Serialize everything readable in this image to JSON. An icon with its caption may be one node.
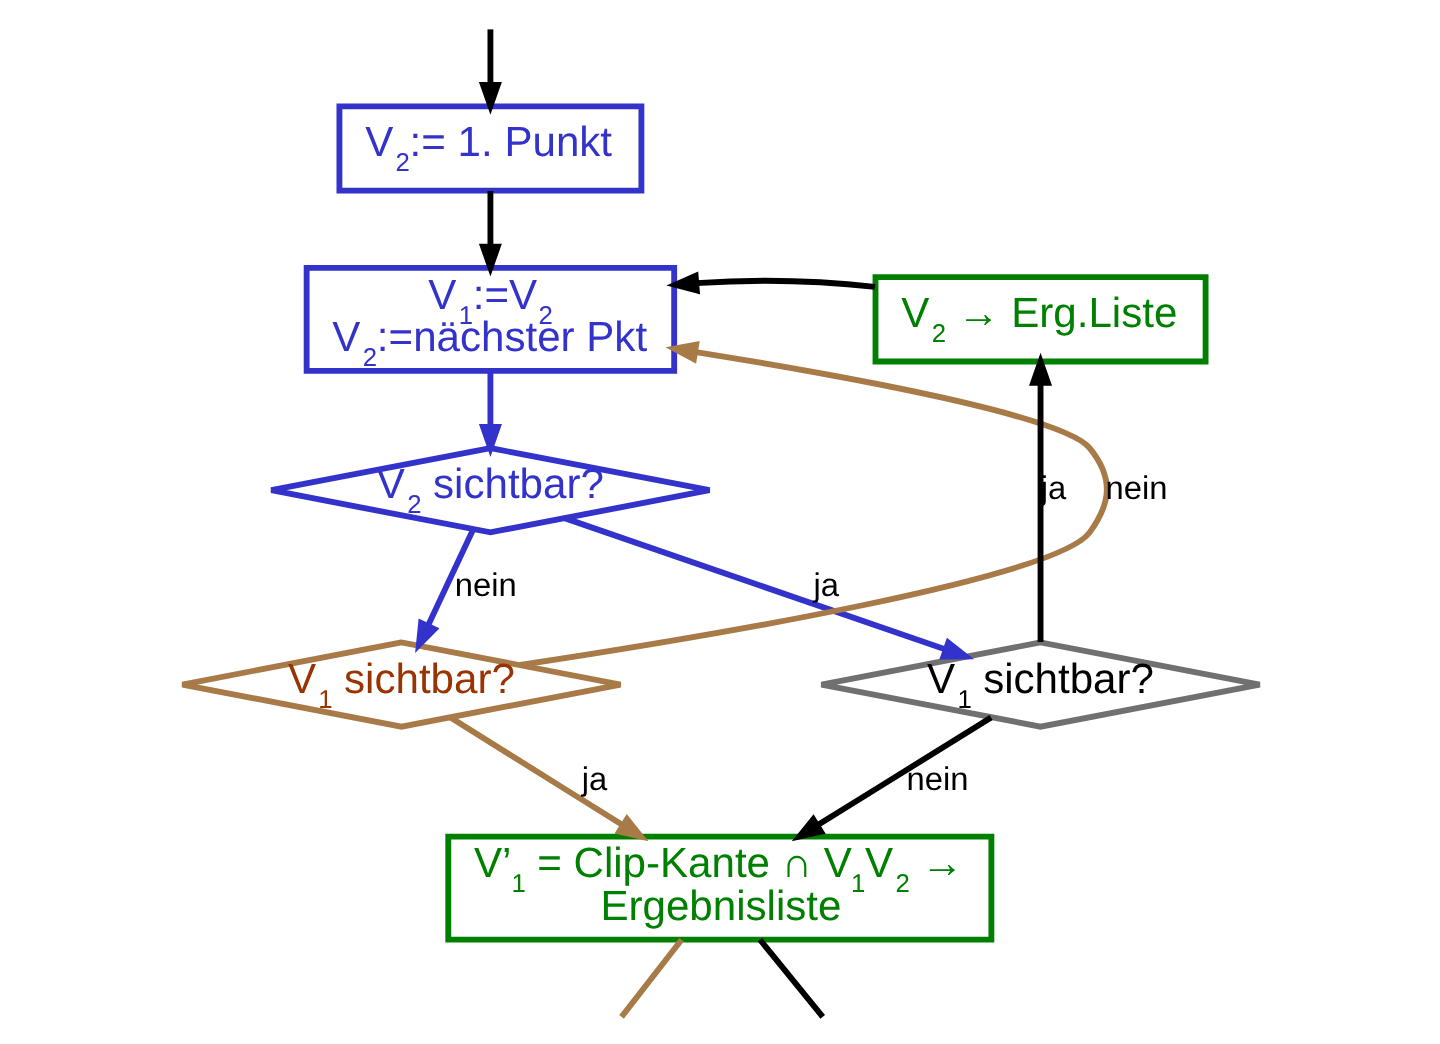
{
  "diagram": {
    "nodes": [
      {
        "text": [
          "V$_{2}$:= 1. Punkt"
        ]
      },
      {
        "text": [
          "V$_{1}$:=V$_{2}$ V$_{2}$:=nächster Pkt"
        ]
      },
      {
        "text": [
          "V$_{2}$ sichtbar?"
        ]
      },
      {
        "text": [
          "V$_{1}$ sichtbar?"
        ]
      },
      {
        "text": [
          "V$_{1}$ sichtbar?"
        ]
      },
      {
        "text": [
          "V’$_{1}$ = Clip-Kante ∩ V$_{1}$V$_{2}$ → Ergebnisliste"
        ]
      },
      {
        "text": [
          "V$_{2}$ → Erg.Liste"
        ]
      }
    ],
    "edges": [
      {
        "from": null,
        "to": 0,
        "arrow": "to"
      },
      {
        "from": 0,
        "to": 1,
        "arrow": "to"
      },
      {
        "from": 1,
        "to": 2,
        "arrow": "to",
        "color": "#3333cc"
      },
      {
        "from": 2,
        "to": 3,
        "arrow": "to",
        "label": "nein",
        "color": "#3333cc"
      },
      {
        "from": 2,
        "to": 4,
        "arrow": "to",
        "label": "ja",
        "color": "#3333cc"
      },
      {
        "from": 3,
        "to": 1,
        "arrow": "to",
        "label": "nein",
        "color": "#a87a48"
      },
      {
        "from": 3,
        "to": 5,
        "arrow": "to",
        "label": "ja",
        "color": "#a87a48"
      },
      {
        "from": 4,
        "to": 5,
        "arrow": "to",
        "label": "nein"
      },
      {
        "from": 4,
        "to": 6,
        "arrow": "to",
        "label": "ja"
      },
      {
        "from": 6,
        "to": 1,
        "arrow": "to"
      },
      {
        "from": 5,
        "to": null,
        "arrow": "none"
      },
      {
        "from": 5,
        "to": null,
        "arrow": "none",
        "color": "#a87a48"
      }
    ]
  }
}
